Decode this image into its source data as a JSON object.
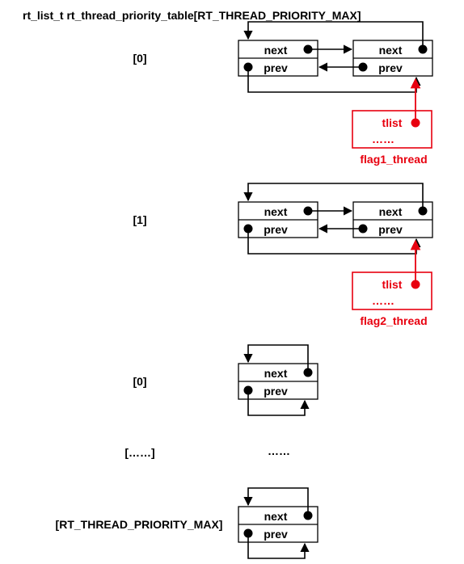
{
  "title": "rt_list_t rt_thread_priority_table[RT_THREAD_PRIORITY_MAX]",
  "colors": {
    "line": "#000000",
    "accent": "#e8000f",
    "background": "#ffffff"
  },
  "node": {
    "next_label": "next",
    "prev_label": "prev"
  },
  "rows": [
    {
      "index_label": "[0]",
      "nodes": 2,
      "thread": {
        "list_label": "tlist",
        "ellipsis": "……",
        "name": "flag1_thread"
      }
    },
    {
      "index_label": "[1]",
      "nodes": 2,
      "thread": {
        "list_label": "tlist",
        "ellipsis": "……",
        "name": "flag2_thread"
      }
    },
    {
      "index_label": "[0]",
      "nodes": 1
    },
    {
      "index_label": "[……]",
      "ellipsis": "……"
    },
    {
      "index_label": "[RT_THREAD_PRIORITY_MAX]",
      "nodes": 1
    }
  ]
}
